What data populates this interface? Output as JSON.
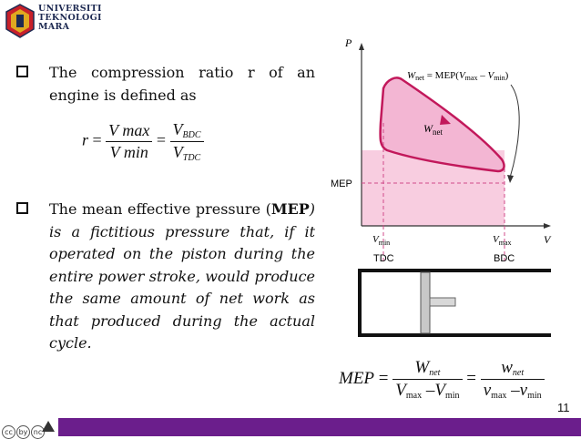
{
  "logo": {
    "lines": [
      "UNIVERSITI",
      "TEKNOLOGI",
      "MARA"
    ],
    "colors": {
      "navy": "#1e2a52",
      "red": "#c8202a",
      "gold": "#e0a820"
    }
  },
  "bullets": [
    {
      "text": "The compression ratio r of an engine is defined as"
    },
    {
      "text_before": "The mean effective pressure (",
      "bold": "MEP",
      "text_after": ") is a fictitious pressure that, if it operated on the piston during the entire power stroke, would produce the same amount of net work as that produced during the actual cycle."
    }
  ],
  "compression_formula": {
    "lhs": "r",
    "eq": "=",
    "frac1_num": "V max",
    "frac1_den": "V min",
    "frac2_num": "V",
    "frac2_num_sub": "BDC",
    "frac2_den": "V",
    "frac2_den_sub": "TDC"
  },
  "diagram": {
    "y_axis": "P",
    "x_axis": "V",
    "mep_label": "MEP",
    "wnet_label": "W",
    "wnet_sub": "net",
    "top_eq_w": "W",
    "top_eq_sub": "net",
    "top_eq_rest": " = MEP(",
    "top_eq_v1": "V",
    "top_eq_v1_sub": "max",
    "top_eq_minus": " – ",
    "top_eq_v2": "V",
    "top_eq_v2_sub": "min",
    "top_eq_close": ")",
    "vmin": "V",
    "vmin_sub": "min",
    "vmax": "V",
    "vmax_sub": "max",
    "tdc": "TDC",
    "bdc": "BDC",
    "colors": {
      "fill": "#f3b6d3",
      "stroke": "#c2185b",
      "mep_fill": "#f8cde0"
    }
  },
  "mep_formula": {
    "lhs": "MEP",
    "eq1": "=",
    "num1": "W",
    "num1_sub": "net",
    "den1_a": "V",
    "den1_a_sub": "max",
    "den1_minus": " –",
    "den1_b": "V",
    "den1_b_sub": "min",
    "eq2": "=",
    "num2": "w",
    "num2_sub": "net",
    "den2_a": "v",
    "den2_a_sub": "max",
    "den2_minus": " –",
    "den2_b": "v",
    "den2_b_sub": "min"
  },
  "slide_number": "11",
  "footer": {
    "bar_color": "#6b1e8c",
    "cc_icons": [
      "cc",
      "by",
      "nc",
      "sa"
    ]
  }
}
